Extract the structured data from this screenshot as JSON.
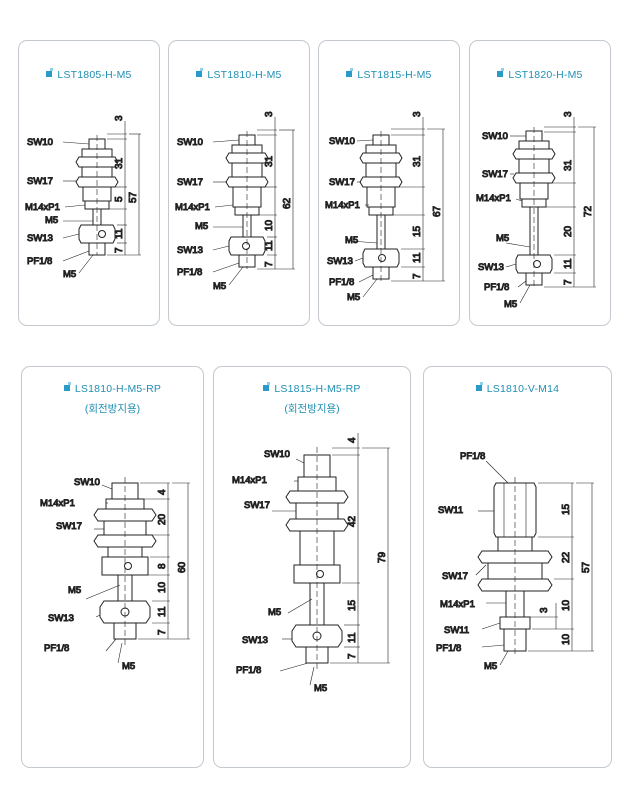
{
  "cards": [
    {
      "title": "LST1805-H-M5",
      "labels": {
        "sw10": "SW10",
        "sw17": "SW17",
        "m14": "M14xP1",
        "m5a": "M5",
        "sw13": "SW13",
        "pf": "PF1/8",
        "m5b": "M5"
      },
      "dims": {
        "d1": "3",
        "d2": "31",
        "d3": "5",
        "d4": "11",
        "d5": "7",
        "total": "57"
      }
    },
    {
      "title": "LST1810-H-M5",
      "labels": {
        "sw10": "SW10",
        "sw17": "SW17",
        "m14": "M14xP1",
        "m5a": "M5",
        "sw13": "SW13",
        "pf": "PF1/8",
        "m5b": "M5"
      },
      "dims": {
        "d1": "3",
        "d2": "31",
        "d3": "10",
        "d4": "11",
        "d5": "7",
        "total": "62"
      }
    },
    {
      "title": "LST1815-H-M5",
      "labels": {
        "sw10": "SW10",
        "sw17": "SW17",
        "m14": "M14xP1",
        "m5a": "M5",
        "sw13": "SW13",
        "pf": "PF1/8",
        "m5b": "M5"
      },
      "dims": {
        "d1": "3",
        "d2": "31",
        "d3": "15",
        "d4": "11",
        "d5": "7",
        "total": "67"
      }
    },
    {
      "title": "LST1820-H-M5",
      "labels": {
        "sw10": "SW10",
        "sw17": "SW17",
        "m14": "M14xP1",
        "m5a": "M5",
        "sw13": "SW13",
        "pf": "PF1/8",
        "m5b": "M5"
      },
      "dims": {
        "d1": "3",
        "d2": "31",
        "d3": "20",
        "d4": "11",
        "d5": "7",
        "total": "72"
      }
    },
    {
      "title": "LS1810-H-M5-RP",
      "subtitle": "(회전방지용)",
      "labels": {
        "sw10": "SW10",
        "m14": "M14xP1",
        "sw17": "SW17",
        "m5a": "M5",
        "sw13": "SW13",
        "pf": "PF1/8",
        "m5b": "M5"
      },
      "dims": {
        "d1": "4",
        "d2": "20",
        "d3": "8",
        "d4": "10",
        "d5": "11",
        "d6": "7",
        "total": "60"
      }
    },
    {
      "title": "LS1815-H-M5-RP",
      "subtitle": "(회전방지용)",
      "labels": {
        "sw10": "SW10",
        "m14": "M14xP1",
        "sw17": "SW17",
        "m5a": "M5",
        "sw13": "SW13",
        "pf": "PF1/8",
        "m5b": "M5"
      },
      "dims": {
        "d1": "4",
        "d2": "42",
        "d3": "15",
        "d4": "11",
        "d5": "7",
        "total": "79"
      }
    },
    {
      "title": "LS1810-V-M14",
      "labels": {
        "pf_top": "PF1/8",
        "sw11a": "SW11",
        "sw17": "SW17",
        "m14": "M14xP1",
        "sw11b": "SW11",
        "pf": "PF1/8",
        "m5": "M5"
      },
      "dims": {
        "d1": "15",
        "d2": "22",
        "d3": "3",
        "d4": "10",
        "d5": "10",
        "total": "57"
      }
    }
  ]
}
